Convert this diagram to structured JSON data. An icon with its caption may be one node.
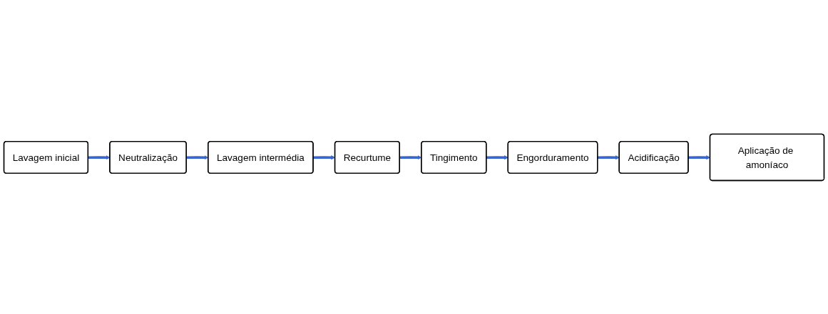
{
  "diagram": {
    "nodes": [
      {
        "text": [
          "Lavagem inicial"
        ]
      },
      {
        "text": [
          "Neutralização"
        ]
      },
      {
        "text": [
          "Lavagem intermédia"
        ]
      },
      {
        "text": [
          "Recurtume"
        ]
      },
      {
        "text": [
          "Tingimento"
        ]
      },
      {
        "text": [
          "Engorduramento"
        ]
      },
      {
        "text": [
          "Acidificação"
        ]
      },
      {
        "text": [
          "Aplicação de amoníaco"
        ]
      }
    ],
    "edges": [
      {
        "from": 0,
        "to": 1,
        "arrow": "to"
      },
      {
        "from": 1,
        "to": 2,
        "arrow": "to"
      },
      {
        "from": 2,
        "to": 3,
        "arrow": "to"
      },
      {
        "from": 3,
        "to": 4,
        "arrow": "to"
      },
      {
        "from": 4,
        "to": 5,
        "arrow": "to"
      },
      {
        "from": 5,
        "to": 6,
        "arrow": "to"
      },
      {
        "from": 6,
        "to": 7,
        "arrow": "to"
      }
    ]
  }
}
